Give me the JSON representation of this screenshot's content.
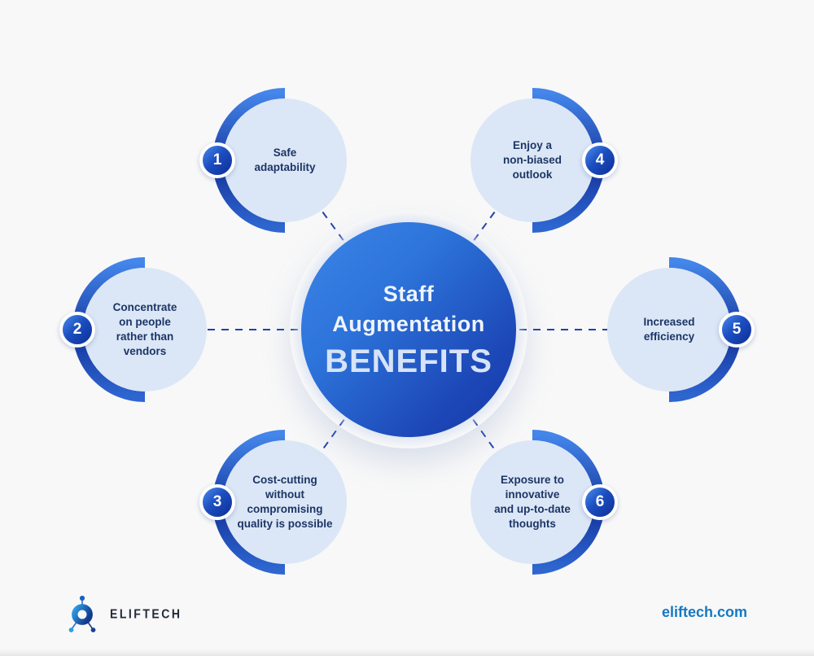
{
  "infographic": {
    "center": {
      "title": "Staff\nAugmentation",
      "highlight": "BENEFITS"
    },
    "items": [
      {
        "number": "1",
        "label": "Safe\nadaptability",
        "side": "left"
      },
      {
        "number": "2",
        "label": "Concentrate\non people\nrather than\nvendors",
        "side": "left"
      },
      {
        "number": "3",
        "label": "Cost-cutting\nwithout\ncompromising\nquality is possible",
        "side": "left"
      },
      {
        "number": "4",
        "label": "Enjoy a\nnon-biased\noutlook",
        "side": "right"
      },
      {
        "number": "5",
        "label": "Increased\nefficiency",
        "side": "right"
      },
      {
        "number": "6",
        "label": "Exposure to\ninnovative\nand up-to-date\nthoughts",
        "side": "right"
      }
    ]
  },
  "footer": {
    "brand": "ELIFTECH",
    "website": "eliftech.com",
    "logo_icon": "molecule-logo-icon"
  },
  "colors": {
    "background": "#f8f8f8",
    "bubble_fill": "#dbe7f6",
    "bubble_text": "#1d3566",
    "arc_light": "#4486ea",
    "arc_dark": "#16379f",
    "center_gradient_start": "#3e85e8",
    "center_gradient_end": "#1738a7",
    "center_text": "#eef4fc",
    "benefits_text": "#d7e4f7",
    "dash_line": "#2342ab",
    "website_blue": "#1579c1",
    "brand_navy": "#232b3b"
  }
}
